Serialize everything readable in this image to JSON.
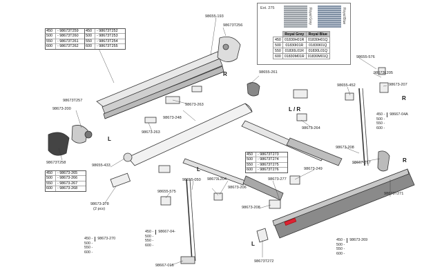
{
  "legend": {
    "ext": "Ext. 275",
    "swatch_grey": "Royal Grey",
    "swatch_blue": "Royal Blue",
    "col_grey": "Royal Grey",
    "col_blue": "Royal Blue",
    "rows": [
      {
        "size": "450",
        "grey": "01830H01R",
        "blue": "01830H01Q"
      },
      {
        "size": "500",
        "grey": "01830I01R",
        "blue": "01830I01Q"
      },
      {
        "size": "550",
        "grey": "01830L01R",
        "blue": "01830L01Q"
      },
      {
        "size": "600",
        "grey": "01830M01R",
        "blue": "01830M01Q"
      }
    ],
    "grey_color": "#9aa0a6",
    "blue_color": "#7f8fa3"
  },
  "boxes": {
    "t252": [
      [
        "450",
        "98673T252"
      ],
      [
        "500",
        "98673T253"
      ],
      [
        "550",
        "98673T254"
      ],
      [
        "600",
        "98673T255"
      ]
    ],
    "t259": [
      [
        "450",
        "98673T259"
      ],
      [
        "500",
        "98673T260"
      ],
      [
        "550",
        "98673T261"
      ],
      [
        "600",
        "98673T262"
      ]
    ],
    "t265": [
      [
        "450",
        "98673-265"
      ],
      [
        "500",
        "98673-266"
      ],
      [
        "550",
        "98673-267"
      ],
      [
        "600",
        "98673-268"
      ]
    ],
    "t273": [
      [
        "450",
        "98673T273"
      ],
      [
        "500",
        "98673T274"
      ],
      [
        "550",
        "98673T275"
      ],
      [
        "600",
        "98673T276"
      ]
    ]
  },
  "sizeboxes": {
    "s270": {
      "sizes": [
        "450",
        "500",
        "550",
        "600"
      ],
      "part": "98673-270"
    },
    "s04l": {
      "sizes": [
        "450",
        "500",
        "550",
        "600"
      ],
      "part": "98667-04-"
    },
    "s04a": {
      "sizes": [
        "450",
        "500",
        "550",
        "600"
      ],
      "part": "98667-04A"
    },
    "s269": {
      "sizes": [
        "450",
        "500",
        "550",
        "600"
      ],
      "part": "98673-269"
    }
  },
  "labels": {
    "p193": "98655-193",
    "p256": "98673T256",
    "p261": "98655-261",
    "p263a": "98673-263",
    "p248": "98673-248",
    "p263b": "98673-263",
    "p257": "98673T257",
    "p200": "98673-200",
    "p258": "98673T258",
    "p433": "98655-433",
    "p264": "98673-264",
    "p576": "98655-576",
    "p205": "98673L205",
    "p452": "98655-452",
    "p207": "98673-207",
    "p208a": "98673-208",
    "p017": "98667-017",
    "p249": "98673-249",
    "p277": "98673-277",
    "p204": "98673L204",
    "p206": "98673-206",
    "p050": "98655-050",
    "p575": "98655-575",
    "p278": "98673-278",
    "p278q": "(2 pcs)",
    "p208b": "98673-208",
    "p271": "98673T271",
    "p272": "98673T272",
    "p016": "98667-016"
  },
  "marks": {
    "R1": "R",
    "R2": "R",
    "L1": "L",
    "LR": "L / R",
    "L2": "L",
    "L3": "L",
    "R3": "R"
  }
}
